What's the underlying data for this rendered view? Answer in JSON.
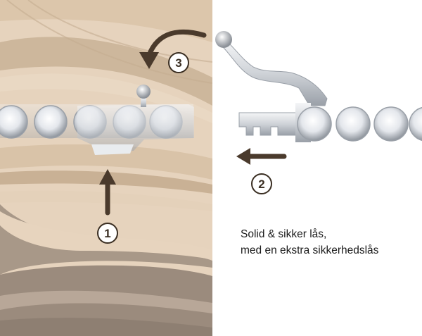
{
  "caption": {
    "line1": "Solid & sikker lås,",
    "line2": "med en ekstra sikkerhedslås"
  },
  "steps": [
    {
      "number": "1"
    },
    {
      "number": "2"
    },
    {
      "number": "3"
    }
  ],
  "colors": {
    "arrow": "#4a3a2c",
    "wood_light": "#e9d8c4",
    "wood_mid": "#d7c0a5",
    "wood_dark": "#9a8a7c",
    "metal": "#d8dbe0",
    "background": "#ffffff"
  }
}
